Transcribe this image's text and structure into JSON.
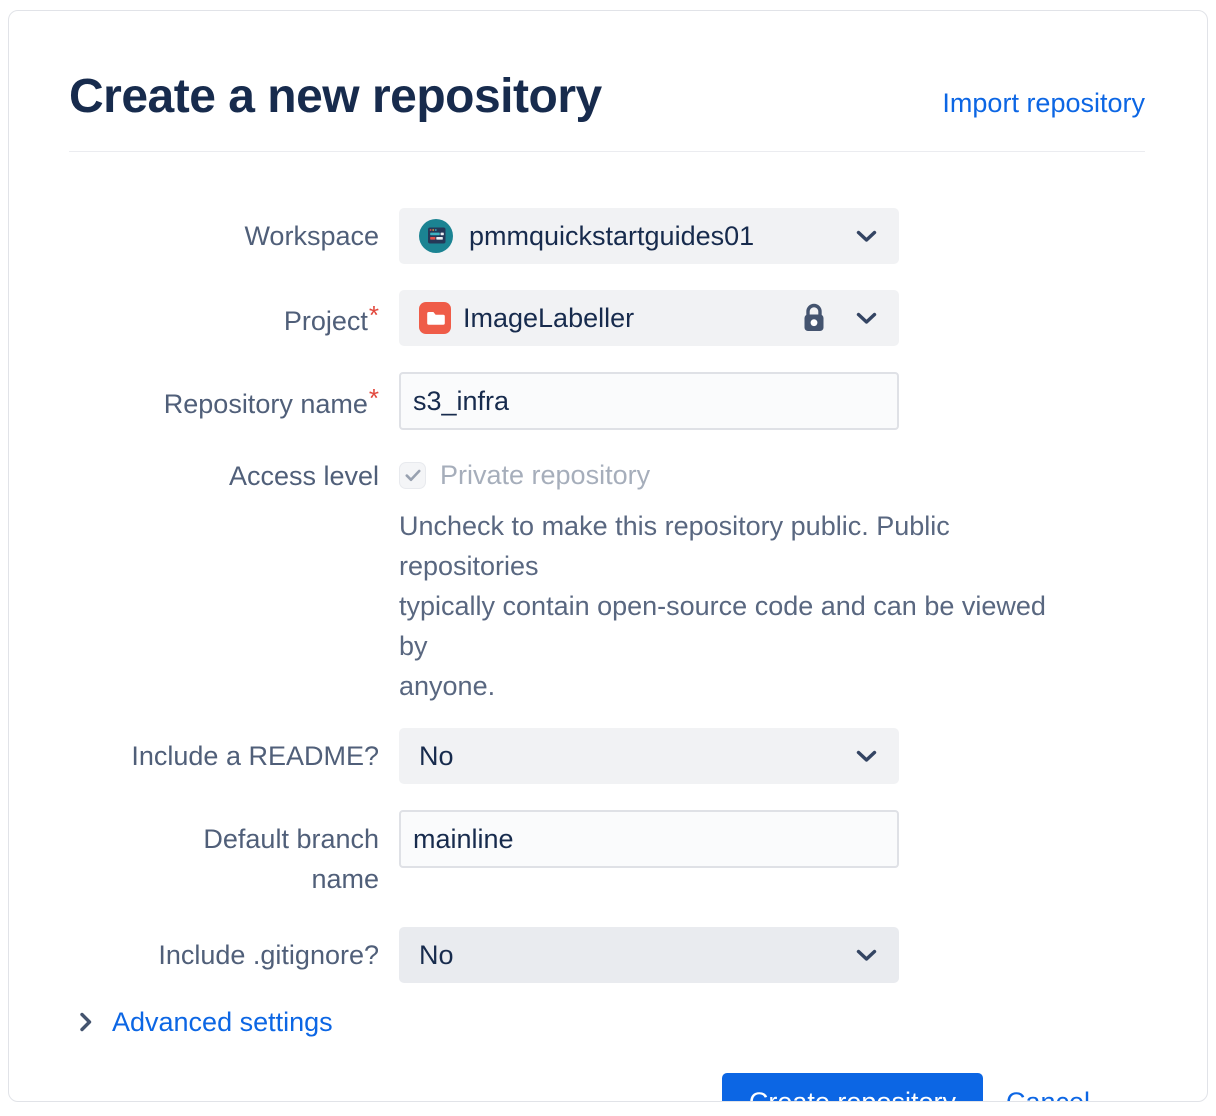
{
  "header": {
    "title": "Create a new repository",
    "import_label": "Import repository"
  },
  "form": {
    "workspace": {
      "label": "Workspace",
      "value": "pmmquickstartguides01",
      "avatar_icon": "workspace-avatar-icon",
      "chevron_icon": "chevron-down-icon"
    },
    "project": {
      "label": "Project",
      "required_marker": "*",
      "value": "ImageLabeller",
      "project_icon": "project-folder-icon",
      "lock_icon": "lock-icon",
      "chevron_icon": "chevron-down-icon"
    },
    "repository_name": {
      "label": "Repository name",
      "required_marker": "*",
      "value": "s3_infra"
    },
    "access_level": {
      "label": "Access level",
      "checkbox_label": "Private repository",
      "checkbox_checked": true,
      "checkbox_disabled": true,
      "help_lines": [
        "Uncheck to make this repository public. Public repositories",
        "typically contain open-source code and can be viewed by",
        "anyone."
      ]
    },
    "include_readme": {
      "label": "Include a README?",
      "value": "No",
      "chevron_icon": "chevron-down-icon"
    },
    "default_branch": {
      "label_lines": [
        "Default branch",
        "name"
      ],
      "value": "mainline"
    },
    "include_gitignore": {
      "label": "Include .gitignore?",
      "value": "No",
      "chevron_icon": "chevron-down-icon"
    },
    "advanced": {
      "label": "Advanced settings",
      "chevron_icon": "chevron-right-icon",
      "expanded": false
    }
  },
  "footer": {
    "create_label": "Create repository",
    "cancel_label": "Cancel"
  },
  "colors": {
    "accent_blue": "#0C66E4",
    "title_navy": "#172B4D",
    "label_slate": "#505F79",
    "help_text": "#596780",
    "disabled_text": "#A6AEBB",
    "required_red": "#E2483D",
    "dropdown_bg": "#F1F2F4",
    "dropdown_bg_hover": "#E9EBEF",
    "input_bg": "#FAFBFC",
    "input_border": "#DFE1E6",
    "avatar_teal": "#1B8392",
    "project_icon_red": "#EF5C48",
    "icon_slate": "#44546F"
  }
}
